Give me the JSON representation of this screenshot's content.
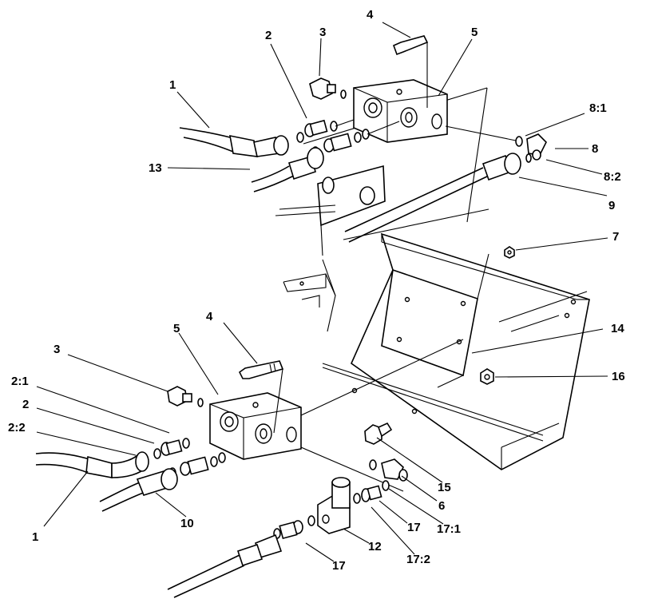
{
  "diagram": {
    "callouts": [
      {
        "id": "c-1-top",
        "text": "1"
      },
      {
        "id": "c-2-top",
        "text": "2"
      },
      {
        "id": "c-3-top",
        "text": "3"
      },
      {
        "id": "c-4-top",
        "text": "4"
      },
      {
        "id": "c-5-top",
        "text": "5"
      },
      {
        "id": "c-13",
        "text": "13"
      },
      {
        "id": "c-8-1",
        "text": "8:1"
      },
      {
        "id": "c-8",
        "text": "8"
      },
      {
        "id": "c-8-2",
        "text": "8:2"
      },
      {
        "id": "c-9",
        "text": "9"
      },
      {
        "id": "c-7",
        "text": "7"
      },
      {
        "id": "c-14",
        "text": "14"
      },
      {
        "id": "c-16",
        "text": "16"
      },
      {
        "id": "c-4-bot",
        "text": "4"
      },
      {
        "id": "c-5-bot",
        "text": "5"
      },
      {
        "id": "c-3-bot",
        "text": "3"
      },
      {
        "id": "c-2-1",
        "text": "2:1"
      },
      {
        "id": "c-2-bot",
        "text": "2"
      },
      {
        "id": "c-2-2",
        "text": "2:2"
      },
      {
        "id": "c-1-bot",
        "text": "1"
      },
      {
        "id": "c-10",
        "text": "10"
      },
      {
        "id": "c-15",
        "text": "15"
      },
      {
        "id": "c-6",
        "text": "6"
      },
      {
        "id": "c-17-1",
        "text": "17:1"
      },
      {
        "id": "c-17-mid",
        "text": "17"
      },
      {
        "id": "c-12",
        "text": "12"
      },
      {
        "id": "c-17-2",
        "text": "17:2"
      },
      {
        "id": "c-17-bot",
        "text": "17"
      }
    ]
  }
}
